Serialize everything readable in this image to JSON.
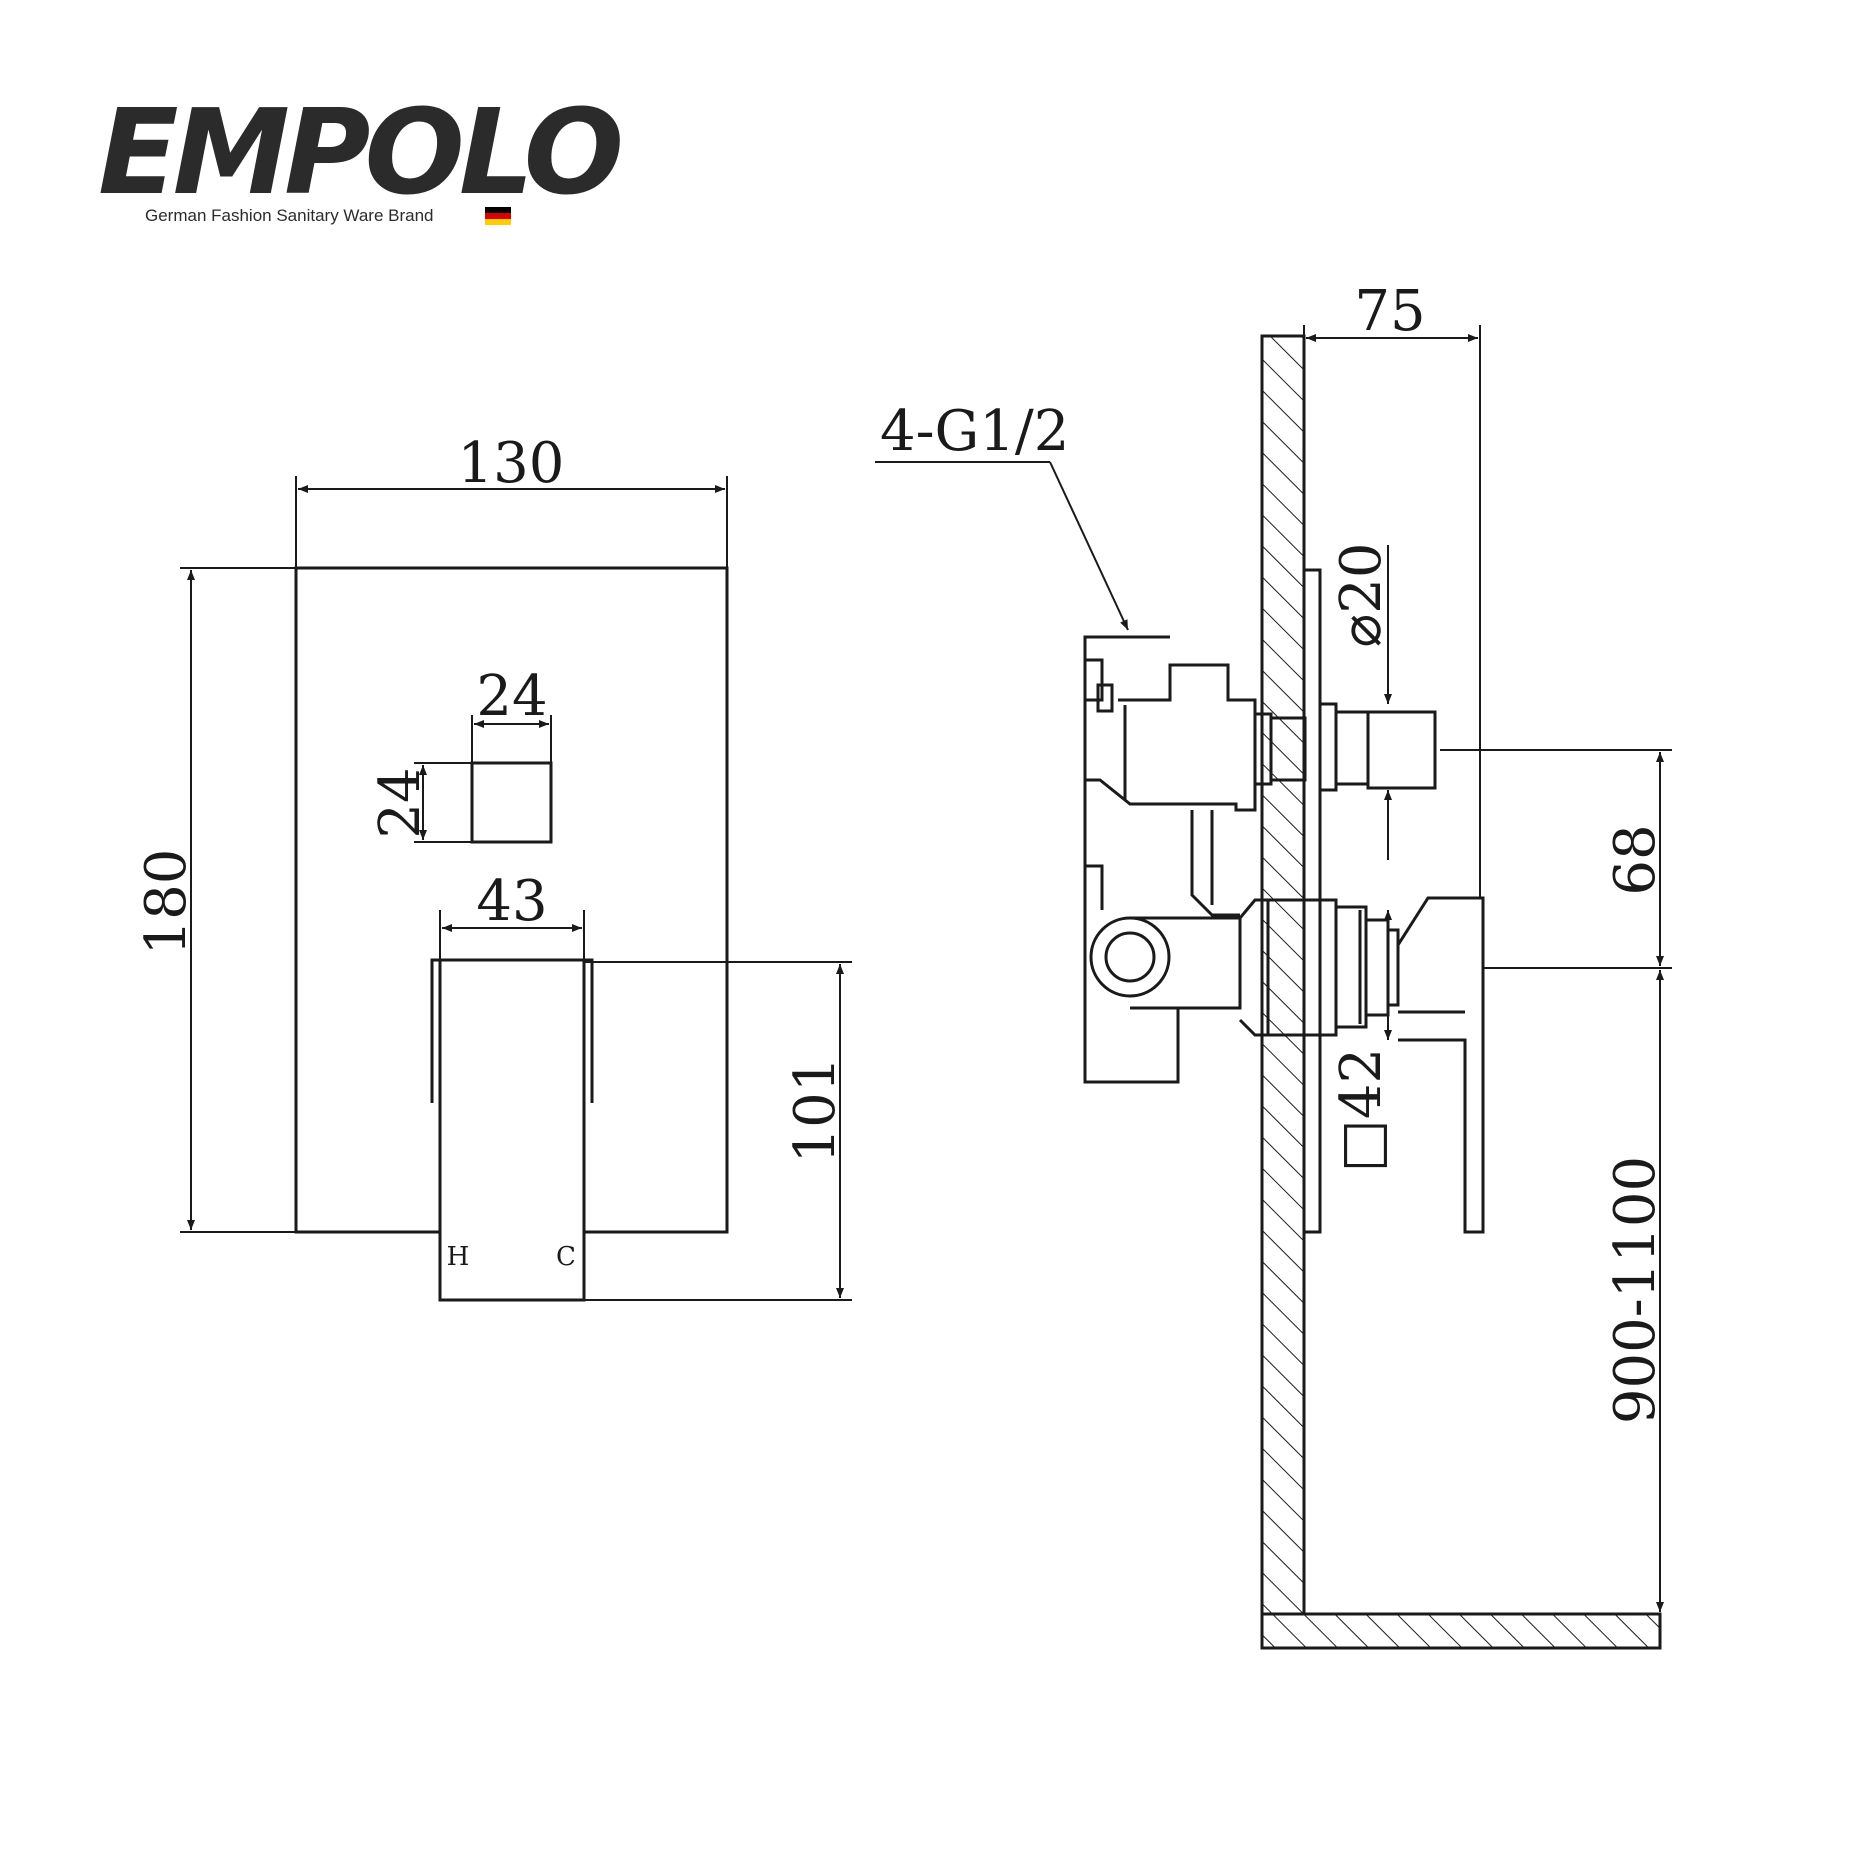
{
  "brand": {
    "name": "EMPOLO",
    "tagline": "German Fashion Sanitary Ware Brand",
    "flag_colors": [
      "#000000",
      "#dd0000",
      "#ffce00"
    ]
  },
  "front_view": {
    "width": "130",
    "height": "180",
    "window_width": "24",
    "window_height": "24",
    "handle_width": "43",
    "handle_height": "101",
    "hot_label": "H",
    "cold_label": "C"
  },
  "side_view": {
    "thread_label": "4-G1/2",
    "depth": "75",
    "diameter": "⌀20",
    "spacing": "68",
    "square_size": "□42",
    "install_height": "900-1100"
  }
}
